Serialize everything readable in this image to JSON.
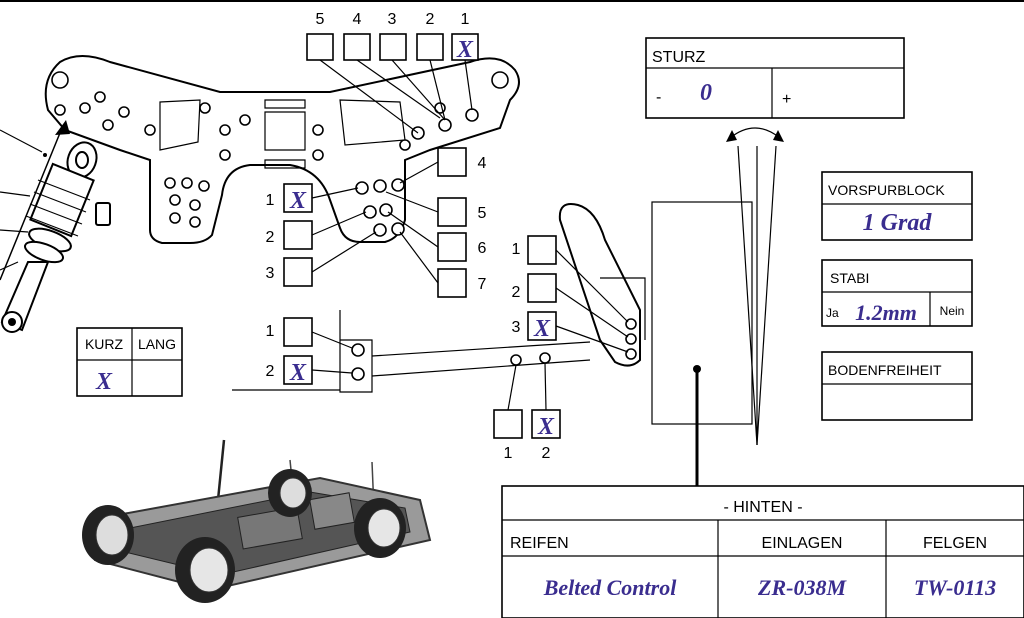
{
  "top_tower": {
    "numbers": [
      "5",
      "4",
      "3",
      "2",
      "1"
    ],
    "selected": "1",
    "mark": "X"
  },
  "body_mount_left": {
    "numbers": [
      "1",
      "2",
      "3"
    ],
    "selected": "1",
    "mark": "X"
  },
  "body_mount_right": {
    "numbers": [
      "4",
      "5",
      "6",
      "7"
    ]
  },
  "length": {
    "col1": "KURZ",
    "col2": "LANG",
    "value": "X"
  },
  "lower_mount": {
    "numbers": [
      "1",
      "2"
    ],
    "selected": "2",
    "mark": "X"
  },
  "hub_mount": {
    "numbers": [
      "1",
      "2",
      "3"
    ],
    "selected": "3",
    "mark": "X"
  },
  "bottom_mount": {
    "numbers": [
      "1",
      "2"
    ],
    "selected": "2",
    "mark": "X"
  },
  "sturz": {
    "title": "STURZ",
    "minus": "-",
    "plus": "+",
    "value": "0"
  },
  "vorspurblock": {
    "title": "VORSPURBLOCK",
    "value": "1 Grad"
  },
  "stabi": {
    "title": "STABI",
    "ja": "Ja",
    "value": "1.2mm",
    "nein": "Nein"
  },
  "bodenfreiheit": {
    "title": "BODENFREIHEIT",
    "value": ""
  },
  "hinten": {
    "title": "- HINTEN -",
    "columns": [
      "REIFEN",
      "EINLAGEN",
      "FELGEN"
    ],
    "values": [
      "Belted Control",
      "ZR-038M",
      "TW-0113"
    ]
  },
  "colors": {
    "handwriting": "#3a2d8f",
    "line": "#000000"
  }
}
